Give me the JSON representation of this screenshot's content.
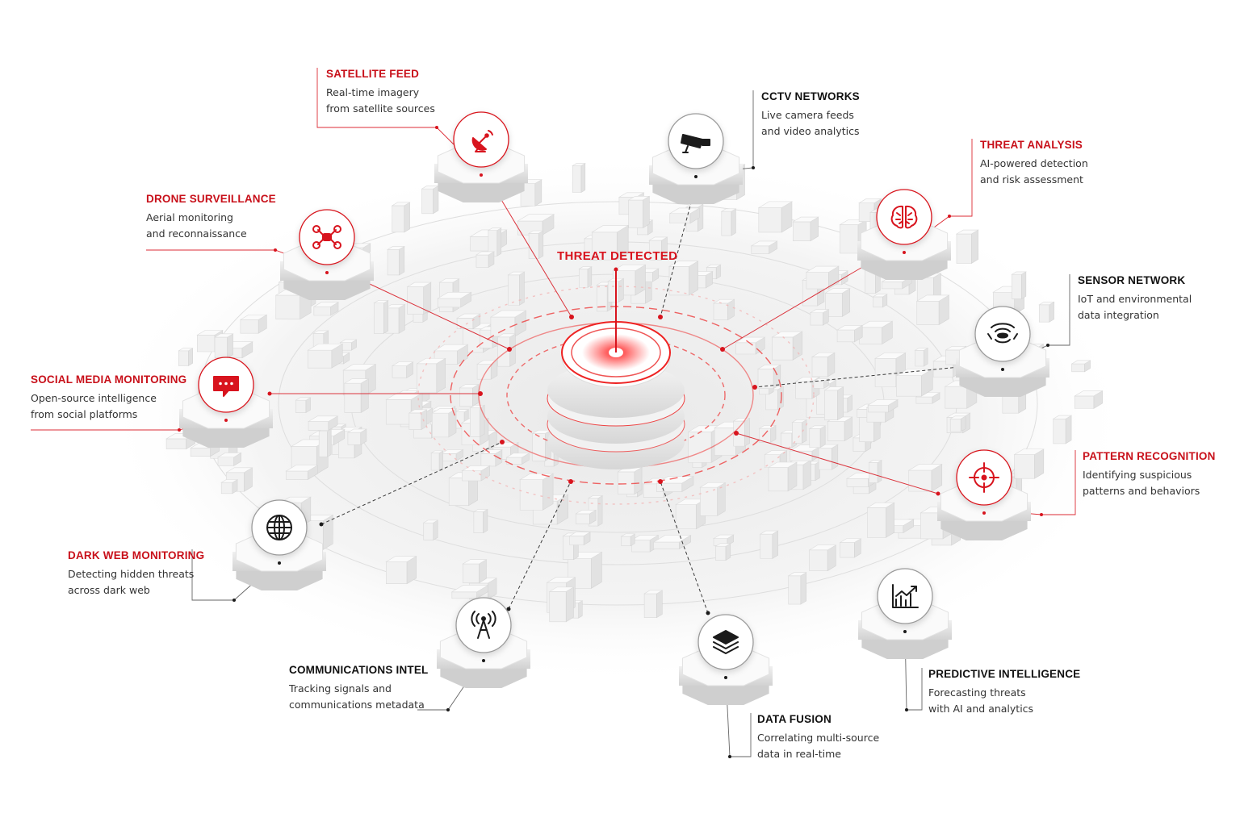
{
  "center": {
    "title": "THREAT DETECTED"
  },
  "colors": {
    "accent": "#d8141e",
    "dark": "#1b1b1b",
    "line_gray": "#bdbdbd"
  },
  "nodes": [
    {
      "key": "satellite",
      "icon": "satellite-dish-icon",
      "accent": "red",
      "title": "SATELLITE FEED",
      "line1": "Real-time imagery",
      "line2": "from satellite sources"
    },
    {
      "key": "cctv",
      "icon": "security-camera-icon",
      "accent": "dark",
      "title": "CCTV NETWORKS",
      "line1": "Live camera feeds",
      "line2": "and video analytics"
    },
    {
      "key": "threat",
      "icon": "brain-icon",
      "accent": "red",
      "title": "THREAT ANALYSIS",
      "line1": "AI-powered detection",
      "line2": "and risk assessment"
    },
    {
      "key": "sensor",
      "icon": "wireless-sensor-icon",
      "accent": "dark",
      "title": "SENSOR NETWORK",
      "line1": "IoT and environmental",
      "line2": "data integration"
    },
    {
      "key": "pattern",
      "icon": "crosshair-icon",
      "accent": "red",
      "title": "PATTERN RECOGNITION",
      "line1": "Identifying suspicious",
      "line2": "patterns and behaviors"
    },
    {
      "key": "predictive",
      "icon": "trend-chart-icon",
      "accent": "dark",
      "title": "PREDICTIVE INTELLIGENCE",
      "line1": "Forecasting threats",
      "line2": "with AI and analytics"
    },
    {
      "key": "fusion",
      "icon": "layers-icon",
      "accent": "dark",
      "title": "DATA FUSION",
      "line1": "Correlating multi-source",
      "line2": "data in real-time"
    },
    {
      "key": "comms",
      "icon": "radio-tower-icon",
      "accent": "dark",
      "title": "COMMUNICATIONS INTEL",
      "line1": "Tracking signals and",
      "line2": "communications metadata"
    },
    {
      "key": "darkweb",
      "icon": "globe-icon",
      "accent": "dark",
      "title": "DARK WEB MONITORING",
      "line1": "Detecting hidden threats",
      "line2": "across dark web"
    },
    {
      "key": "social",
      "icon": "chat-bubble-icon",
      "accent": "red",
      "title": "SOCIAL MEDIA MONITORING",
      "line1": "Open-source intelligence",
      "line2": "from social platforms"
    },
    {
      "key": "drone",
      "icon": "drone-icon",
      "accent": "red",
      "title": "DRONE SURVEILLANCE",
      "line1": "Aerial monitoring",
      "line2": "and reconnaissance"
    }
  ]
}
